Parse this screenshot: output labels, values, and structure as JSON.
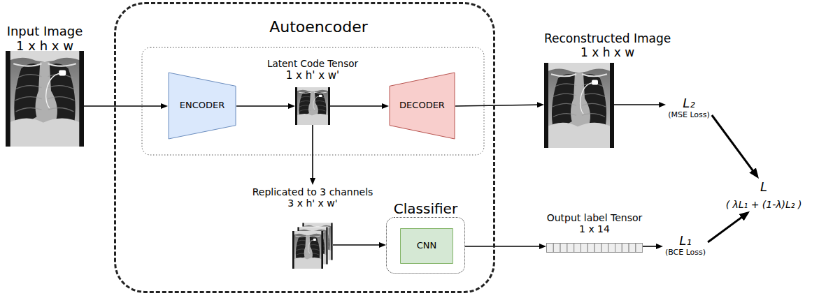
{
  "diagram": {
    "nodes": [
      {
        "text": [
          "Input Image",
          "1 x h x w"
        ]
      },
      {
        "text": [
          "Autoencoder"
        ]
      },
      {
        "text": [
          "ENCODER"
        ],
        "in": 1
      },
      {
        "text": [
          "Latent Code Tensor",
          "1 x h' x w'"
        ],
        "in": 1
      },
      {
        "text": [
          "DECODER"
        ],
        "in": 1
      },
      {
        "text": [
          "Replicated to 3 channels",
          "3 x h' x w'"
        ],
        "in": 1
      },
      {
        "text": [
          "Classifier"
        ],
        "in": 1
      },
      {
        "text": [
          "CNN"
        ],
        "in": 6
      },
      {
        "text": [
          "Reconstructed Image",
          "1 x h x w"
        ]
      },
      {
        "text": [
          "Output label Tensor",
          "1 x 14"
        ]
      },
      {
        "text": [
          "L₂",
          "(MSE Loss)"
        ]
      },
      {
        "text": [
          "L₁",
          "(BCE Loss)"
        ]
      },
      {
        "text": [
          "L",
          "( λL₁ + (1-λ)L₂ )"
        ]
      }
    ],
    "edges": [
      {
        "from": 0,
        "to": 2,
        "arrow": "to"
      },
      {
        "from": 2,
        "to": 3,
        "arrow": "to"
      },
      {
        "from": 3,
        "to": 4,
        "arrow": "to"
      },
      {
        "from": 4,
        "to": 8,
        "arrow": "to"
      },
      {
        "from": 3,
        "to": 5,
        "arrow": "to"
      },
      {
        "from": 5,
        "to": 6,
        "arrow": "to"
      },
      {
        "from": 6,
        "to": 9,
        "arrow": "to"
      },
      {
        "from": 8,
        "to": 10,
        "arrow": "to"
      },
      {
        "from": 9,
        "to": 11,
        "arrow": "to"
      },
      {
        "from": 10,
        "to": 12,
        "arrow": "to"
      },
      {
        "from": 11,
        "to": 12,
        "arrow": "to"
      }
    ]
  }
}
